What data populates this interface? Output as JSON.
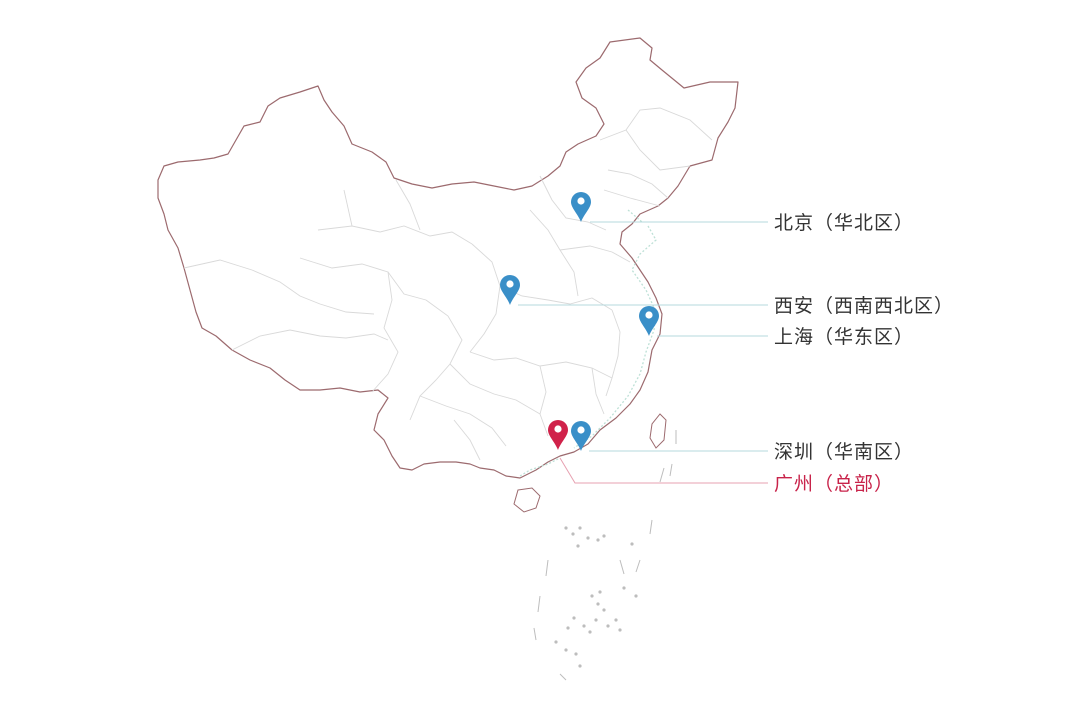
{
  "colors": {
    "outline_border": "#9c6a6e",
    "province_border": "#d9d9d9",
    "coast_detail": "#bde0d6",
    "marker_branch": "#3a8fc8",
    "marker_hq": "#d0224a",
    "leader_line": "#b5d8dd",
    "leader_line_hq": "#e7a0b0",
    "label_branch": "#333333",
    "label_hq": "#c8234a",
    "island_dots": "#bdbdbd"
  },
  "icons": {
    "branch_marker": "map-pin-icon",
    "hq_marker": "map-pin-icon"
  },
  "locations": [
    {
      "id": "beijing",
      "label": "北京（华北区）",
      "type": "branch"
    },
    {
      "id": "xian",
      "label": "西安（西南西北区）",
      "type": "branch"
    },
    {
      "id": "shanghai",
      "label": "上海（华东区）",
      "type": "branch"
    },
    {
      "id": "shenzhen",
      "label": "深圳（华南区）",
      "type": "branch"
    },
    {
      "id": "guangzhou",
      "label": "广州（总部）",
      "type": "hq"
    }
  ]
}
